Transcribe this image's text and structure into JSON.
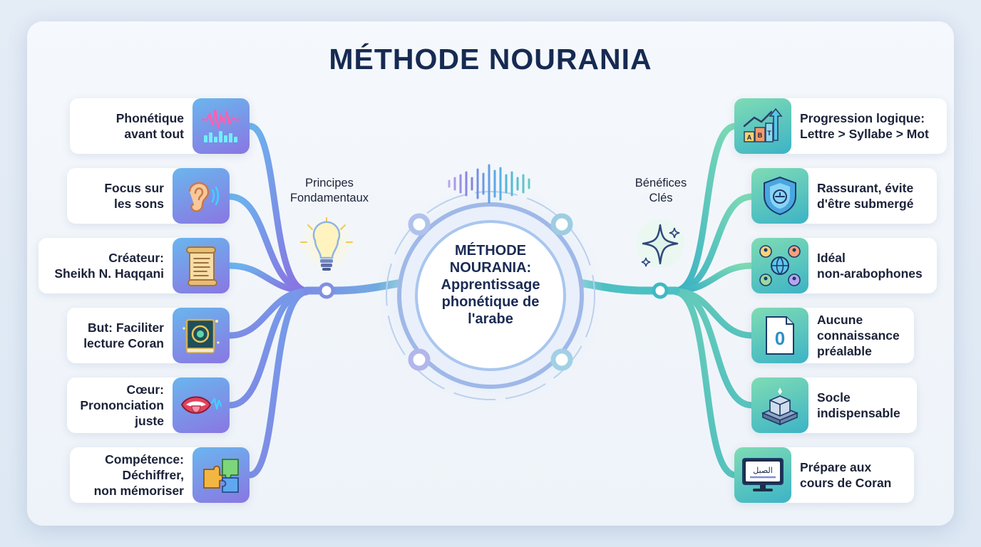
{
  "title": "MÉTHODE NOURANIA",
  "center": {
    "lines": [
      "MÉTHODE",
      "NOURANIA:",
      "Apprentissage",
      "phonétique de",
      "l'arabe"
    ]
  },
  "left_branch": {
    "label_lines": [
      "Principes",
      "Fondamentaux"
    ],
    "icon": "lightbulb-icon"
  },
  "right_branch": {
    "label_lines": [
      "Bénéfices",
      "Clés"
    ],
    "icon": "sparkle-icon"
  },
  "left_nodes": [
    {
      "lines": [
        "Phonétique",
        "avant tout"
      ],
      "icon": "soundwave-icon"
    },
    {
      "lines": [
        "Focus sur",
        "les sons"
      ],
      "icon": "ear-icon"
    },
    {
      "lines": [
        "Créateur:",
        "Sheikh N. Haqqani"
      ],
      "icon": "scroll-icon"
    },
    {
      "lines": [
        "But: Faciliter",
        "lecture Coran"
      ],
      "icon": "quran-book-icon"
    },
    {
      "lines": [
        "Cœur:",
        "Prononciation",
        "juste"
      ],
      "icon": "mouth-icon"
    },
    {
      "lines": [
        "Compétence:",
        "Déchiffrer,",
        "non mémoriser"
      ],
      "icon": "puzzle-icon"
    }
  ],
  "right_nodes": [
    {
      "lines": [
        "Progression logique:",
        "Lettre > Syllabe > Mot"
      ],
      "icon": "abt-bars-icon",
      "icon_text": [
        "A",
        "B",
        "T"
      ]
    },
    {
      "lines": [
        "Rassurant, évite",
        "d'être submergé"
      ],
      "icon": "shield-icon"
    },
    {
      "lines": [
        "Idéal",
        "non-arabophones"
      ],
      "icon": "globe-people-icon"
    },
    {
      "lines": [
        "Aucune",
        "connaissance",
        "préalable"
      ],
      "icon": "zero-document-icon",
      "icon_text": "0"
    },
    {
      "lines": [
        "Socle",
        "indispensable"
      ],
      "icon": "foundation-block-icon"
    },
    {
      "lines": [
        "Prépare aux",
        "cours de Coran"
      ],
      "icon": "screen-icon",
      "icon_text": "الصبل"
    }
  ],
  "colors": {
    "title": "#162a52",
    "left_accent": "#8a76e2",
    "right_accent": "#3cb3c6"
  }
}
